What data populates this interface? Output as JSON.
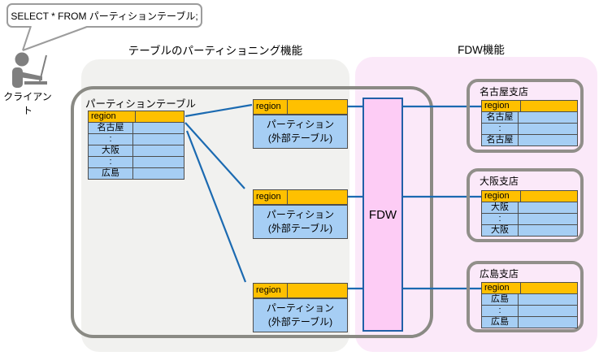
{
  "speech_bubble": {
    "text": "SELECT * FROM パーティションテーブル;"
  },
  "client": {
    "label": "クライアント"
  },
  "titles": {
    "partitioning": "テーブルのパーティショニング機能",
    "fdw": "FDW機能"
  },
  "partition_table": {
    "label": "パーティションテーブル",
    "header": "region",
    "rows": [
      "名古屋",
      ":",
      "大阪",
      ":",
      "広島"
    ]
  },
  "foreign_partitions": [
    {
      "header": "region",
      "name": "パーティション",
      "sub": "(外部テーブル)"
    },
    {
      "header": "region",
      "name": "パーティション",
      "sub": "(外部テーブル)"
    },
    {
      "header": "region",
      "name": "パーティション",
      "sub": "(外部テーブル)"
    }
  ],
  "fdw": {
    "label": "FDW"
  },
  "branches": [
    {
      "name": "名古屋支店",
      "header": "region",
      "rows": [
        "名古屋",
        ":",
        "名古屋"
      ]
    },
    {
      "name": "大阪支店",
      "header": "region",
      "rows": [
        "大阪",
        ":",
        "大阪"
      ]
    },
    {
      "name": "広島支店",
      "header": "region",
      "rows": [
        "広島",
        ":",
        "広島"
      ]
    }
  ],
  "colors": {
    "header_orange": "#FFC000",
    "cell_blue": "#A6CEF4",
    "fdw_box_pink": "#FDCCF5",
    "fdw_area_pink": "#FBE9F9",
    "partition_area_gray": "#F1F1EF",
    "line_blue": "#1B6AB1",
    "boundary_gray": "#8A8A84"
  }
}
